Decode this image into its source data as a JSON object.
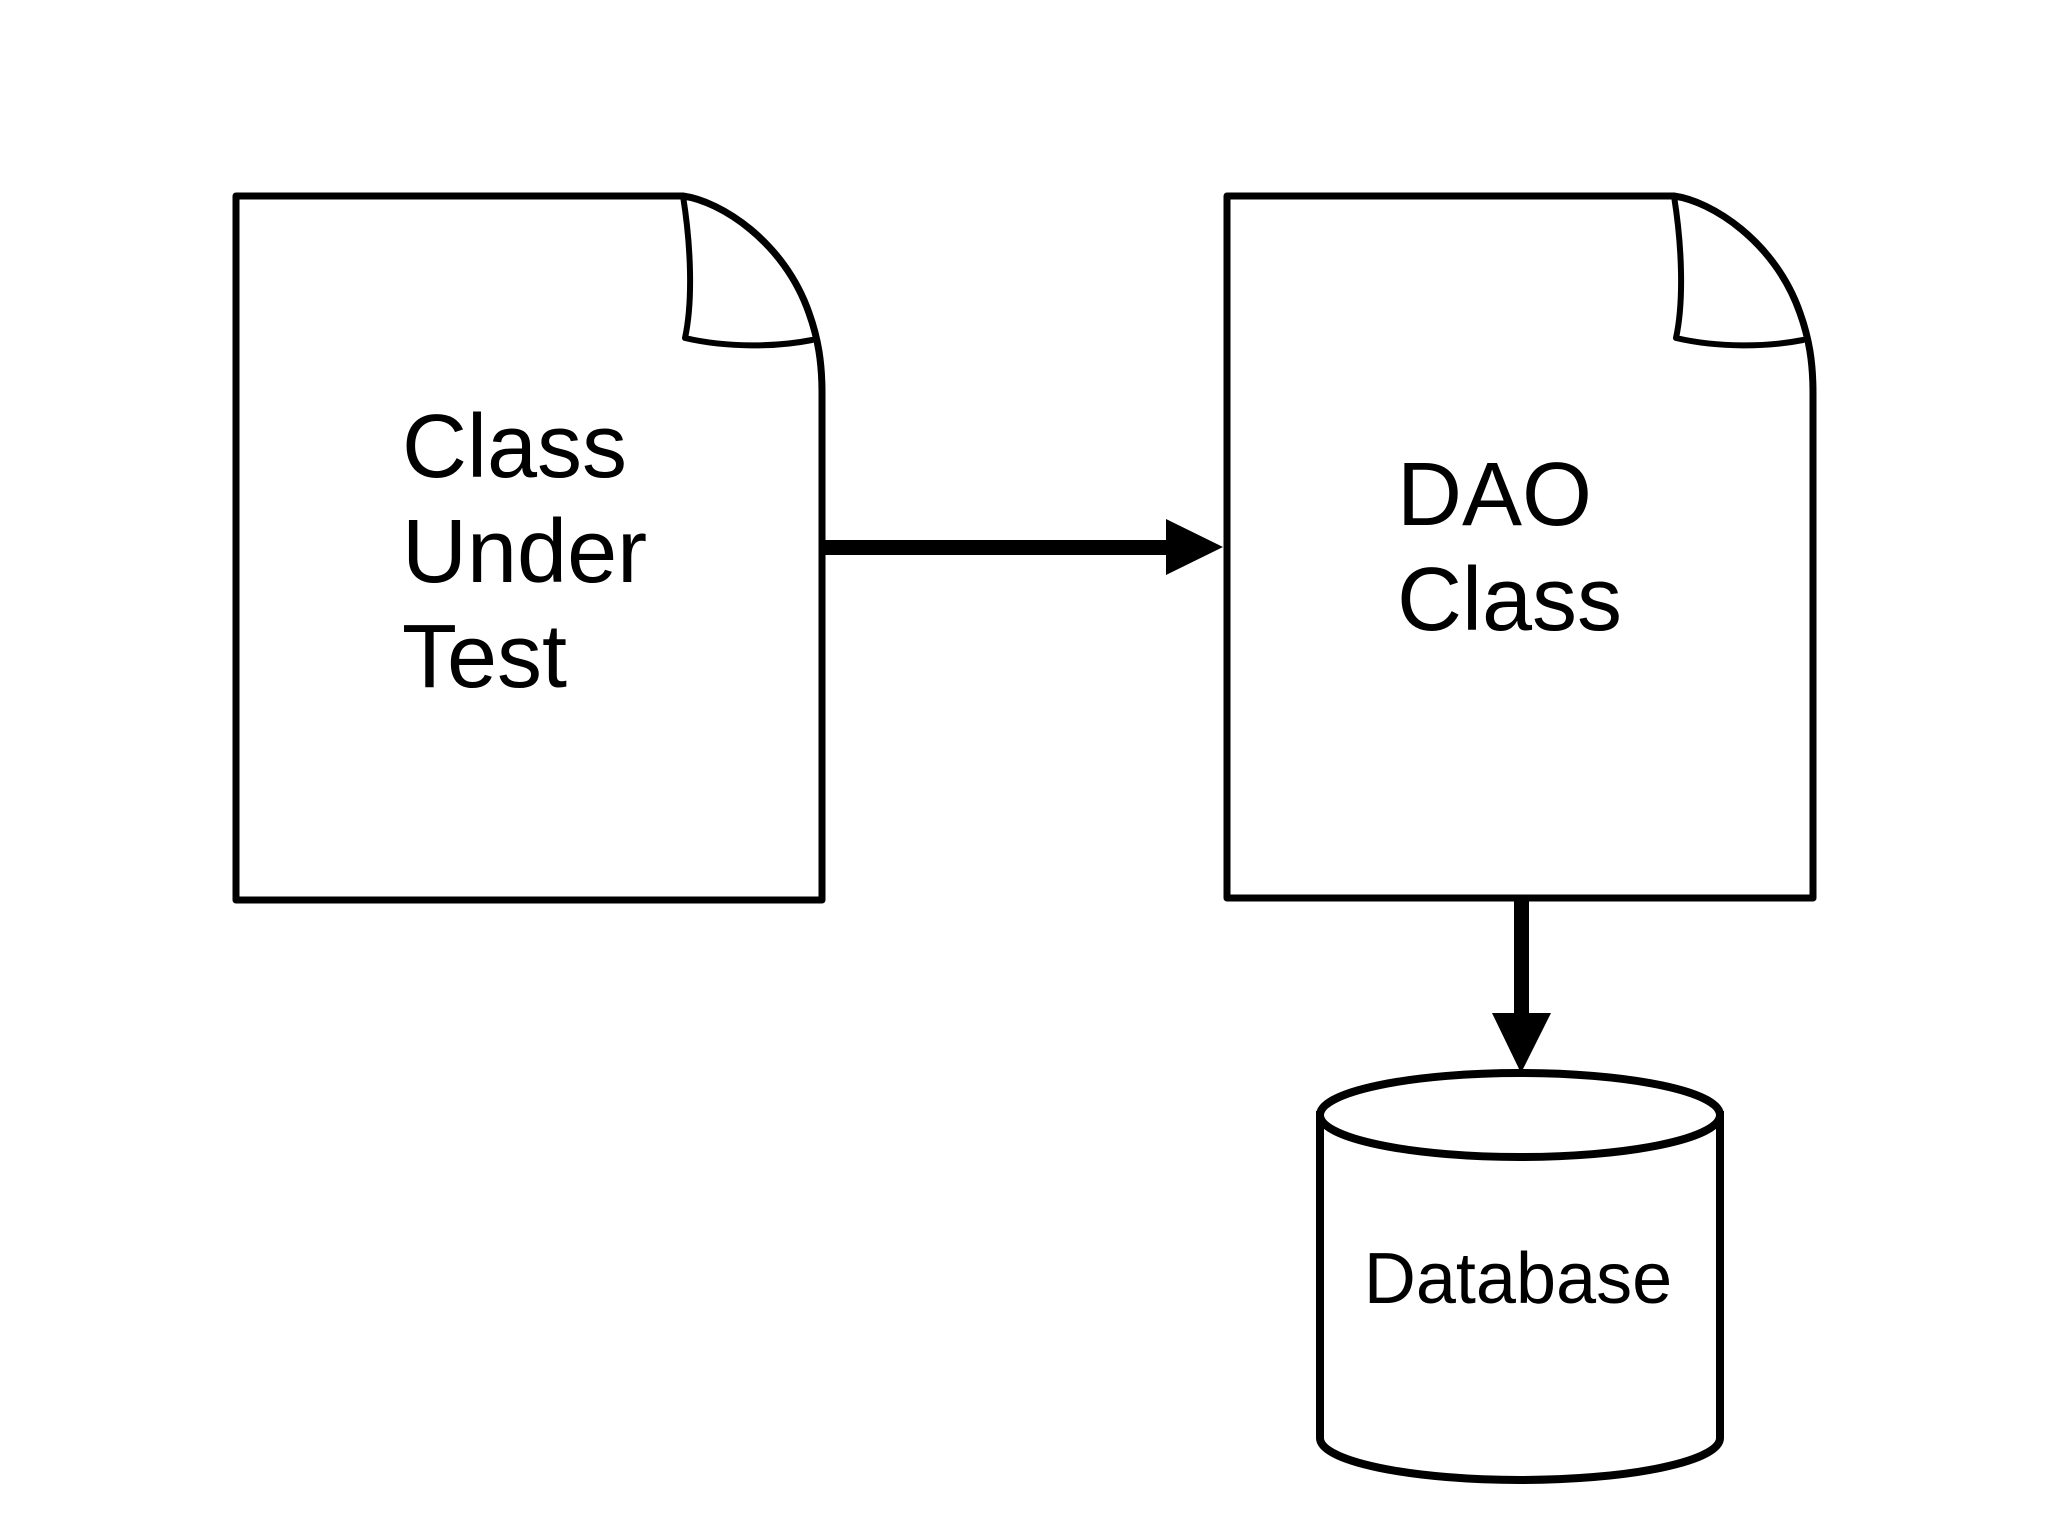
{
  "diagram": {
    "type": "flow-diagram",
    "colors": {
      "background": "#ffffff",
      "shape_fill": "#ffffff",
      "stroke": "#000000",
      "text": "#000000"
    },
    "nodes": {
      "class_under_test": {
        "shape": "document",
        "lines": [
          "Class",
          "Under",
          "Test"
        ]
      },
      "dao_class": {
        "shape": "document",
        "lines": [
          "DAO",
          "Class"
        ]
      },
      "database": {
        "shape": "cylinder",
        "label": "Database"
      }
    },
    "edges": [
      {
        "from": "class_under_test",
        "to": "dao_class",
        "direction": "right",
        "style": "solid-black-arrow"
      },
      {
        "from": "dao_class",
        "to": "database",
        "direction": "down",
        "style": "solid-black-arrow"
      }
    ]
  }
}
